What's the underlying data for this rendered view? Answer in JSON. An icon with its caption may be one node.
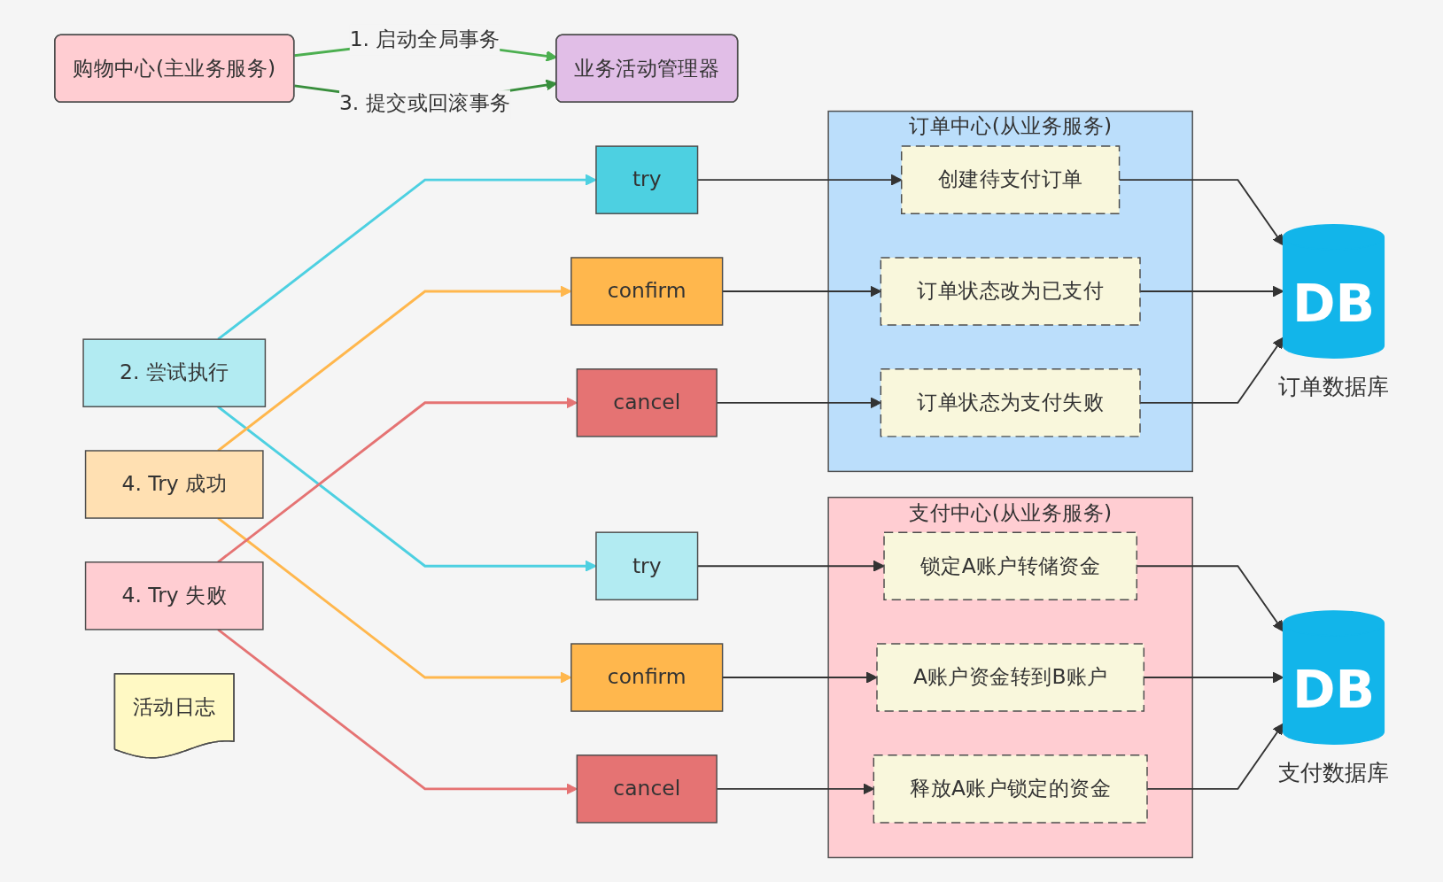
{
  "diagram": {
    "nodes": [
      {
        "text": [
          "购物中心(主业务服务)"
        ]
      },
      {
        "text": [
          "2. 尝试执行"
        ]
      },
      {
        "text": [
          "业务活动管理器"
        ]
      },
      {
        "text": [
          "4. Try 成功"
        ]
      },
      {
        "text": [
          "4. Try 失败"
        ]
      },
      {
        "text": [
          "活动日志"
        ]
      },
      {
        "text": [
          "订单中心(从业务服务)"
        ]
      },
      {
        "text": [
          "try"
        ]
      },
      {
        "text": [
          "创建待支付订单"
        ],
        "in": 6
      },
      {
        "text": [
          "confirm"
        ]
      },
      {
        "text": [
          "订单状态改为已支付"
        ],
        "in": 6
      },
      {
        "text": [
          "cancel"
        ]
      },
      {
        "text": [
          "订单状态为支付失败"
        ],
        "in": 6
      },
      {
        "text": [
          "DB"
        ],
        "beside": [
          "订单数据库"
        ]
      },
      {
        "text": [
          "支付中心(从业务服务)"
        ]
      },
      {
        "text": [
          "try"
        ]
      },
      {
        "text": [
          "锁定A账户转储资金"
        ],
        "in": 14
      },
      {
        "text": [
          "confirm"
        ]
      },
      {
        "text": [
          "A账户资金转到B账户"
        ],
        "in": 14
      },
      {
        "text": [
          "cancel"
        ]
      },
      {
        "text": [
          "释放A账户锁定的资金"
        ],
        "in": 14
      },
      {
        "text": [
          "DB"
        ],
        "beside": [
          "支付数据库"
        ]
      }
    ],
    "edges": [
      {
        "from": 0,
        "to": 2,
        "arrow": "to",
        "label": "1. 启动全局事务",
        "color": "#4caf50"
      },
      {
        "from": 0,
        "to": 2,
        "arrow": "to",
        "label": "3. 提交或回滚事务",
        "color": "#388e3c"
      },
      {
        "from": 1,
        "to": 7,
        "arrow": "to",
        "color": "#4dd0e1"
      },
      {
        "from": 1,
        "to": 15,
        "arrow": "to",
        "color": "#4dd0e1"
      },
      {
        "from": 3,
        "to": 9,
        "arrow": "to",
        "color": "#ffb74d"
      },
      {
        "from": 3,
        "to": 17,
        "arrow": "to",
        "color": "#ffb74d"
      },
      {
        "from": 4,
        "to": 11,
        "arrow": "to",
        "color": "#e57373"
      },
      {
        "from": 4,
        "to": 19,
        "arrow": "to",
        "color": "#e57373"
      },
      {
        "from": 7,
        "to": 8,
        "arrow": "to"
      },
      {
        "from": 9,
        "to": 10,
        "arrow": "to"
      },
      {
        "from": 11,
        "to": 12,
        "arrow": "to"
      },
      {
        "from": 8,
        "to": 13,
        "arrow": "to"
      },
      {
        "from": 10,
        "to": 13,
        "arrow": "to"
      },
      {
        "from": 12,
        "to": 13,
        "arrow": "to"
      },
      {
        "from": 15,
        "to": 16,
        "arrow": "to"
      },
      {
        "from": 17,
        "to": 18,
        "arrow": "to"
      },
      {
        "from": 19,
        "to": 20,
        "arrow": "to"
      },
      {
        "from": 16,
        "to": 21,
        "arrow": "to"
      },
      {
        "from": 18,
        "to": 21,
        "arrow": "to"
      },
      {
        "from": 20,
        "to": 21,
        "arrow": "to"
      }
    ]
  }
}
